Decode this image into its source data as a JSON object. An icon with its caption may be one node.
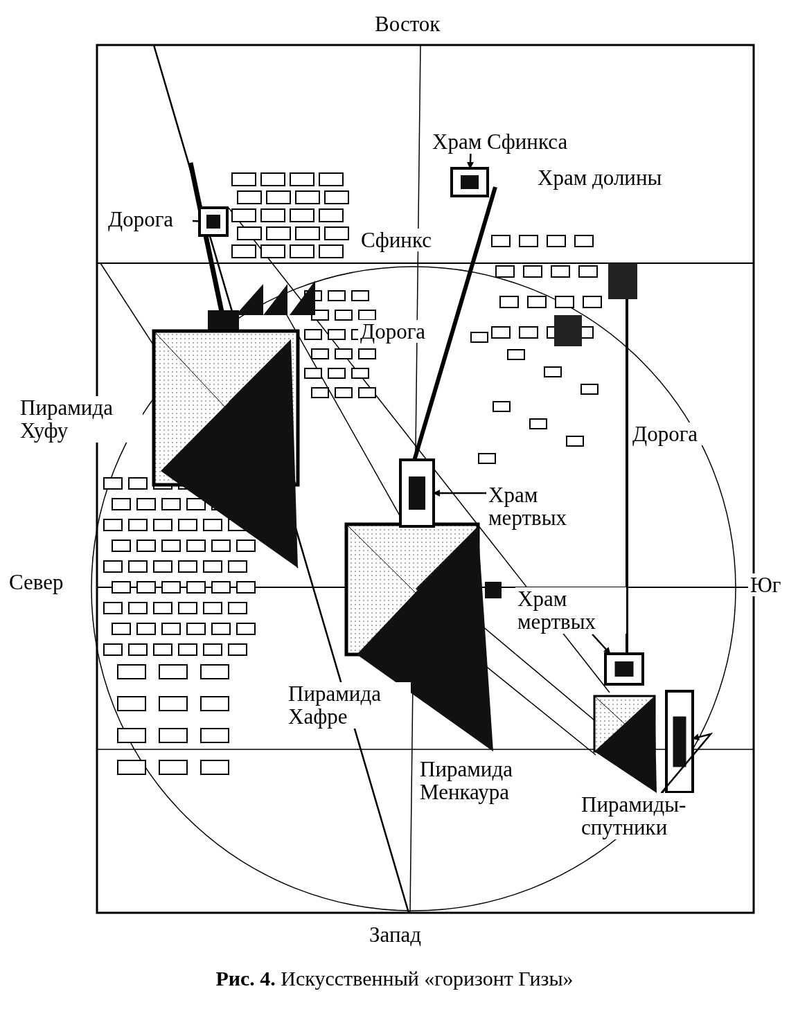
{
  "diagram": {
    "caption": "**Рис. 4.** Искусственный «горизонт Гизы»",
    "nodes": [
      {
        "text": [
          "Восток"
        ]
      },
      {
        "text": [
          "Храм Сфинкса"
        ]
      },
      {
        "text": [],
        "shape": "picture"
      },
      {
        "text": [
          "Храм долины"
        ]
      },
      {
        "text": [
          "Дорога"
        ]
      },
      {
        "text": [],
        "shape": "picture"
      },
      {
        "text": [
          "Сфинкс"
        ]
      },
      {
        "text": [
          "Дорога"
        ]
      },
      {
        "text": [
          "Пирамида Хуфу"
        ]
      },
      {
        "text": [
          "Дорога"
        ]
      },
      {
        "text": [
          "Храм мертвых"
        ]
      },
      {
        "text": [],
        "shape": "picture"
      },
      {
        "text": [
          "Север"
        ]
      },
      {
        "text": [
          "Юг"
        ]
      },
      {
        "text": [
          "Храм мертвых"
        ]
      },
      {
        "text": [],
        "shape": "picture"
      },
      {
        "text": [
          "Пирамида Хафре"
        ]
      },
      {
        "text": [
          "Пирамида Менкаура"
        ]
      },
      {
        "text": [
          "Пирамиды-спутники"
        ]
      },
      {
        "text": [],
        "shape": "picture"
      },
      {
        "text": [
          "Запад"
        ]
      }
    ],
    "edges": [
      {
        "from": 4,
        "to": 5,
        "arrow": "none"
      },
      {
        "from": 1,
        "to": 2,
        "arrow": "to"
      },
      {
        "from": 10,
        "to": 11,
        "arrow": "to"
      },
      {
        "from": 14,
        "to": 15,
        "arrow": "to"
      },
      {
        "from": 18,
        "to": 19,
        "arrow": "to"
      }
    ]
  }
}
